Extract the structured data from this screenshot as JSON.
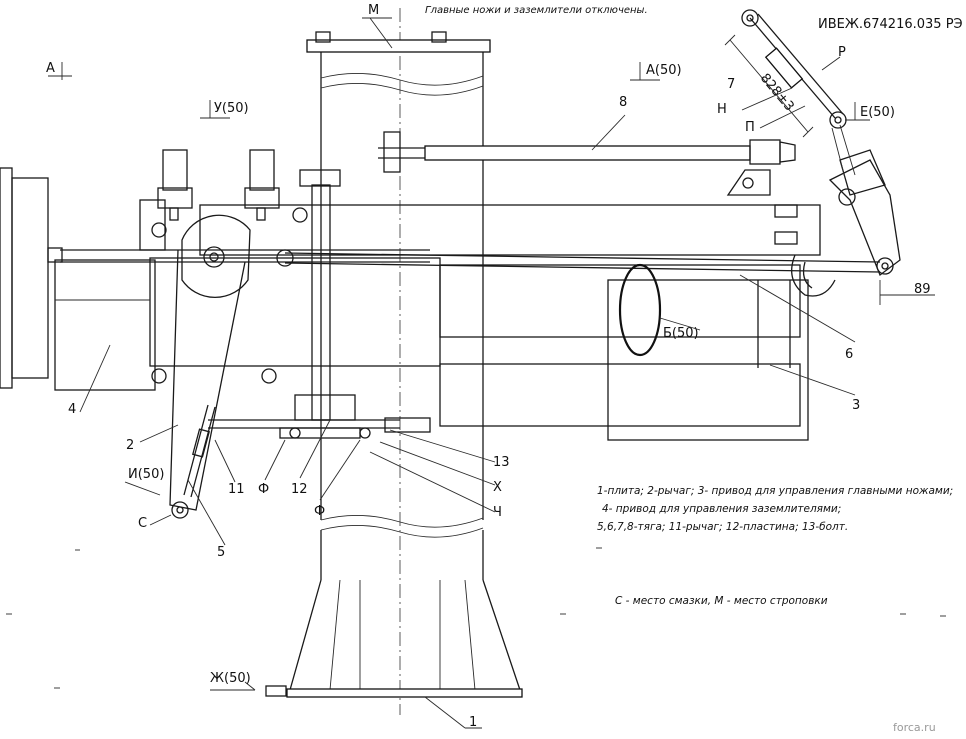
{
  "header": {
    "status_note": "Главные ножи и заземлители отключены.",
    "doc_code": "ИВЕЖ.674216.035 РЭ"
  },
  "views": {
    "A": "А",
    "A50": "А(50)",
    "U50": "У(50)",
    "E50": "Е(50)",
    "B50": "Б(50)",
    "I50": "И(50)",
    "Zh50": "Ж(50)",
    "M": "М"
  },
  "points": {
    "R": "Р",
    "N": "Н",
    "P": "П",
    "F1": "Ф",
    "F2": "Ф",
    "X": "Х",
    "Ch": "Ч",
    "C": "С"
  },
  "dimensions": {
    "rod7": "828±3",
    "offset": "89"
  },
  "callouts": [
    "1",
    "2",
    "3",
    "4",
    "5",
    "6",
    "7",
    "8",
    "11",
    "12",
    "13"
  ],
  "legend": {
    "line1": "1-плита; 2-рычаг; 3- привод для управления главными ножами;",
    "line2": "4- привод для управления заземлителями;",
    "line3": "5,6,7,8-тяга; 11-рычаг; 12-пластина; 13-болт.",
    "line4": "С - место смазки, М - место строповки"
  },
  "watermark": "forca.ru"
}
